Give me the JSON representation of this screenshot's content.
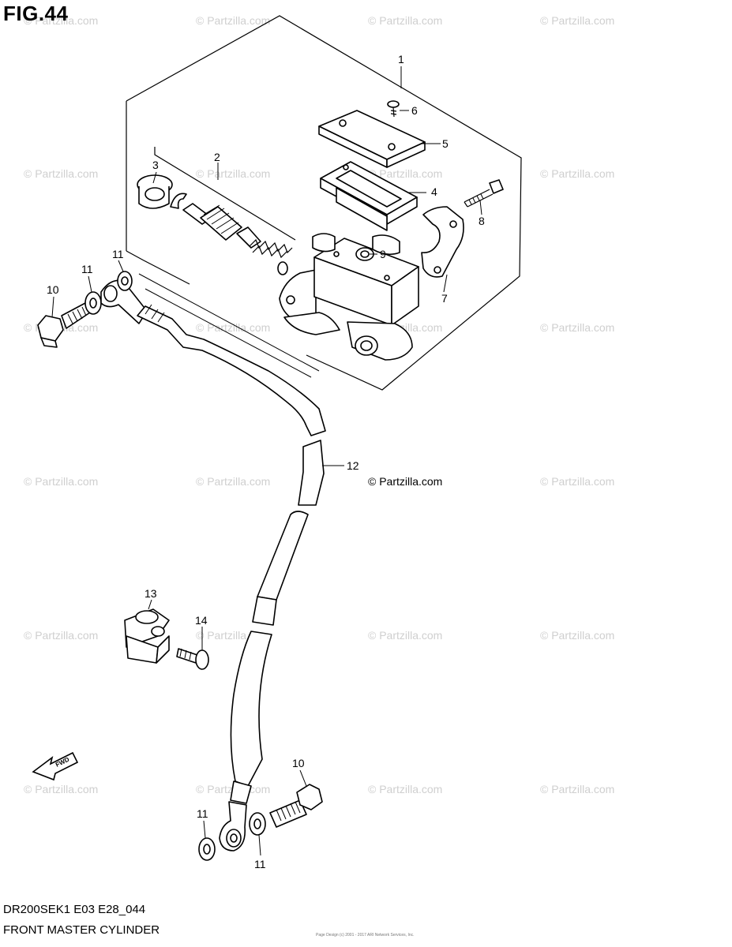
{
  "figure": {
    "title": "FIG.44",
    "model_code": "DR200SEK1 E03 E28_044",
    "name": "FRONT MASTER CYLINDER"
  },
  "credit": "© Partzilla.com",
  "watermark_text": "© Partzilla.com",
  "footer_fine_print": "Page Design (c) 2001 - 2017 ARI Network Services, Inc.",
  "fwd_label": "FWD",
  "callouts": {
    "c1": "1",
    "c2": "2",
    "c3": "3",
    "c4": "4",
    "c5": "5",
    "c6": "6",
    "c7": "7",
    "c8": "8",
    "c9": "9",
    "c10a": "10",
    "c11a": "11",
    "c11b": "11",
    "c12": "12",
    "c13": "13",
    "c14": "14",
    "c10b": "10",
    "c11c": "11",
    "c11d": "11"
  }
}
